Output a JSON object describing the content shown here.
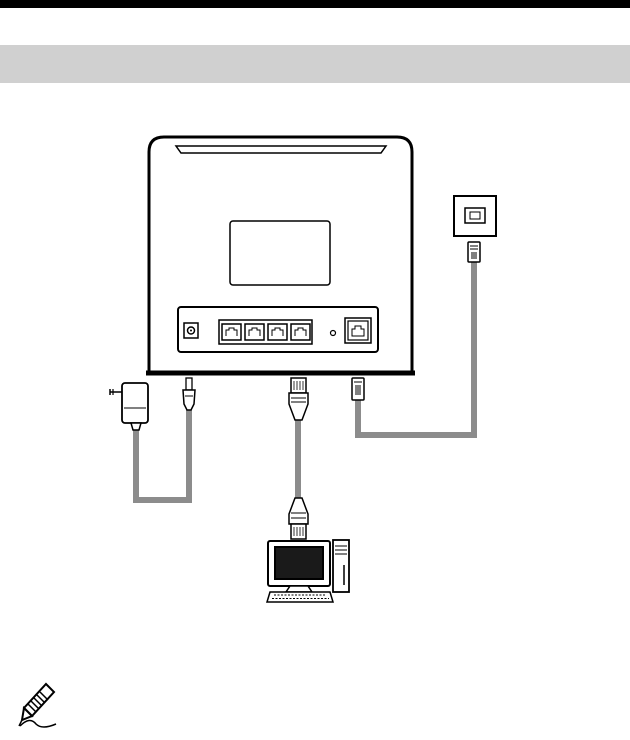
{
  "page": {
    "colors": {
      "top_rule": "#000000",
      "section_bar": "#d0d0d0",
      "cable": "#8c8c8c",
      "device_outline": "#000000"
    },
    "icons": [
      "pencil-note-icon"
    ]
  },
  "diagram": {
    "components": [
      "router",
      "telephone-wall-jack",
      "power-adapter",
      "computer"
    ],
    "router_ports": [
      "power-port",
      "lan-port-1",
      "lan-port-2",
      "lan-port-3",
      "lan-port-4",
      "reset-hole",
      "telephone-port"
    ]
  }
}
